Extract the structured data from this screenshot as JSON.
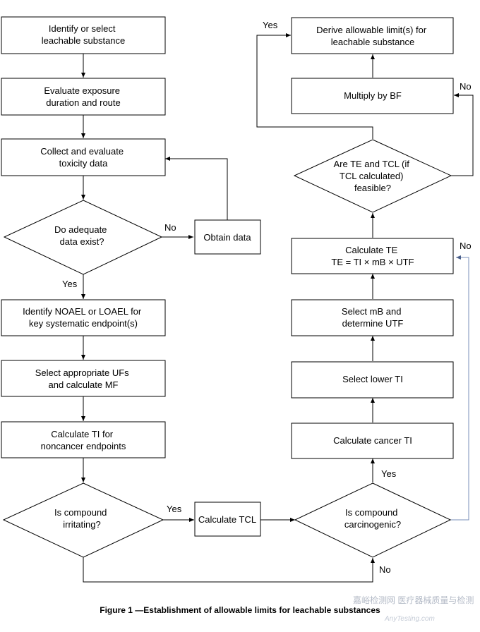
{
  "nodes": {
    "identify_substance": [
      "Identify or select",
      "leachable substance"
    ],
    "evaluate_exposure": [
      "Evaluate exposure",
      "duration and route"
    ],
    "collect_toxicity": [
      "Collect and evaluate",
      "toxicity data"
    ],
    "adequate_data": [
      "Do adequate",
      "data exist?"
    ],
    "obtain_data": [
      "Obtain data"
    ],
    "identify_noael": [
      "Identify NOAEL or LOAEL for",
      "key systematic endpoint(s)"
    ],
    "select_ufs": [
      "Select appropriate UFs",
      "and calculate MF"
    ],
    "calculate_ti": [
      "Calculate TI for",
      "noncancer endpoints"
    ],
    "compound_irritating": [
      "Is compound",
      "irritating?"
    ],
    "calculate_tcl": [
      "Calculate TCL"
    ],
    "compound_carcinogenic": [
      "Is compound",
      "carcinogenic?"
    ],
    "calculate_cancer_ti": [
      "Calculate cancer TI"
    ],
    "select_lower_ti": [
      "Select lower TI"
    ],
    "select_mb": [
      "Select mB and",
      "determine UTF"
    ],
    "calculate_te": [
      "Calculate TE",
      "TE = TI × mB × UTF"
    ],
    "te_tcl_feasible": [
      "Are TE and TCL (if",
      "TCL calculated)",
      "feasible?"
    ],
    "multiply_bf": [
      "Multiply by BF"
    ],
    "derive_limits": [
      "Derive allowable limit(s) for",
      "leachable substance"
    ]
  },
  "labels": {
    "yes": "Yes",
    "no": "No"
  },
  "caption": "Figure 1 —Establishment of allowable limits for leachable substances",
  "watermark": {
    "text": "嘉峪检测网  医疗器械质量与检测",
    "site": "AnyTesting.com"
  }
}
